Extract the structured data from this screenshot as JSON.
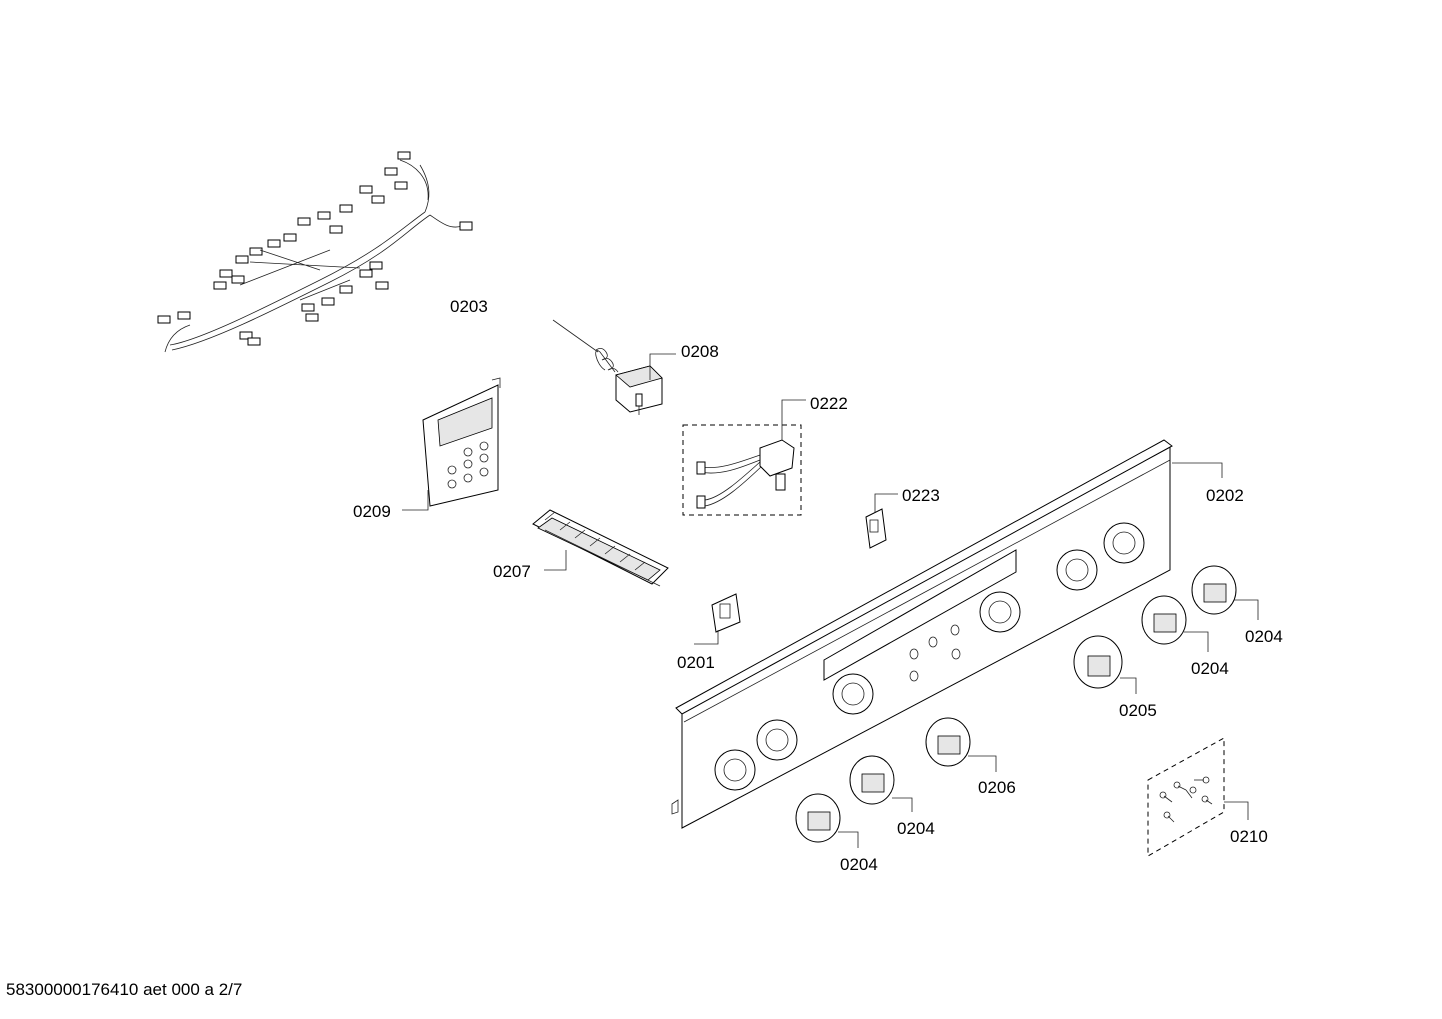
{
  "diagram": {
    "callouts": [
      {
        "id": "c0203",
        "label": "0203"
      },
      {
        "id": "c0208",
        "label": "0208"
      },
      {
        "id": "c0222",
        "label": "0222"
      },
      {
        "id": "c0223",
        "label": "0223"
      },
      {
        "id": "c0202",
        "label": "0202"
      },
      {
        "id": "c0209",
        "label": "0209"
      },
      {
        "id": "c0207",
        "label": "0207"
      },
      {
        "id": "c0201",
        "label": "0201"
      },
      {
        "id": "c0204a",
        "label": "0204"
      },
      {
        "id": "c0204b",
        "label": "0204"
      },
      {
        "id": "c0205",
        "label": "0205"
      },
      {
        "id": "c0206",
        "label": "0206"
      },
      {
        "id": "c0204c",
        "label": "0204"
      },
      {
        "id": "c0204d",
        "label": "0204"
      },
      {
        "id": "c0210",
        "label": "0210"
      }
    ]
  },
  "footer": {
    "text": "58300000176410 aet 000 a 2/7"
  }
}
